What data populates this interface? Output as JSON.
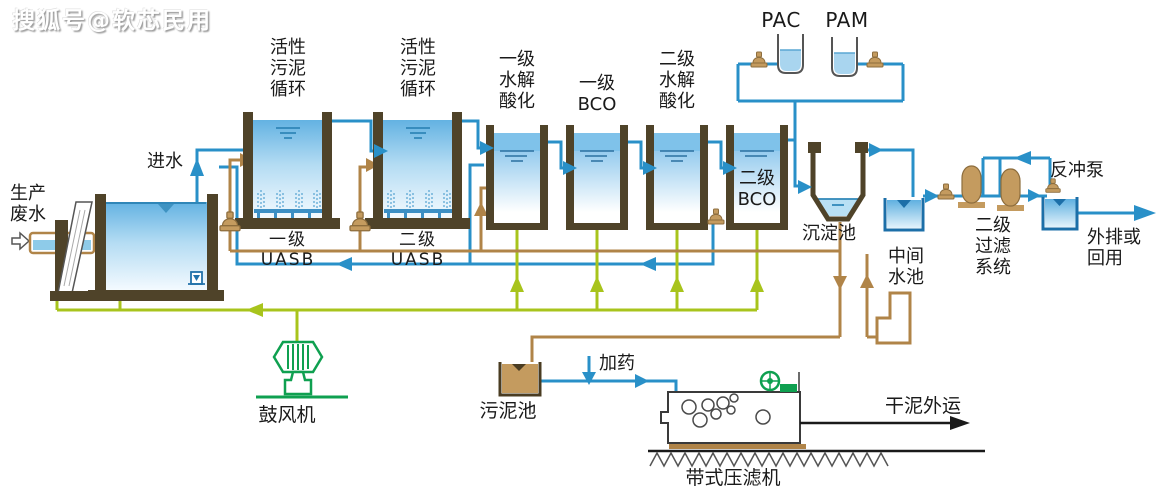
{
  "watermark": "搜狐号@软芯民用",
  "colors": {
    "pipe_blue": "#2990c8",
    "pipe_brown": "#b08448",
    "pipe_green": "#a8c41c",
    "machine_green": "#0fa050",
    "tank_wall": "#4f4329",
    "vessel_tan": "#c49b5f",
    "ink": "#1a1a1a"
  },
  "labels": {
    "production_wastewater": "生产\n废水",
    "inflow": "进水",
    "uasb1_recycle": "活性\n污泥\n循环",
    "uasb2_recycle": "活性\n污泥\n循环",
    "uasb1": "一级UASB",
    "uasb2": "二级UASB",
    "hydrolysis1": "一级\n水解\n酸化",
    "bco1": "一级\nBCO",
    "hydrolysis2": "二级\n水解\n酸化",
    "bco2": "二级\nBCO",
    "pac": "PAC",
    "pam": "PAM",
    "sedimentation": "沉淀池",
    "intermediate_tank": "中间\n水池",
    "filter_system": "二级\n过滤\n系统",
    "backwash_pump": "反冲泵",
    "discharge_or_reuse": "外排或\n回用",
    "blower": "鼓风机",
    "sludge_tank": "污泥池",
    "dosing": "加药",
    "belt_filter_press": "带式压滤机",
    "dry_sludge_out": "干泥外运"
  }
}
